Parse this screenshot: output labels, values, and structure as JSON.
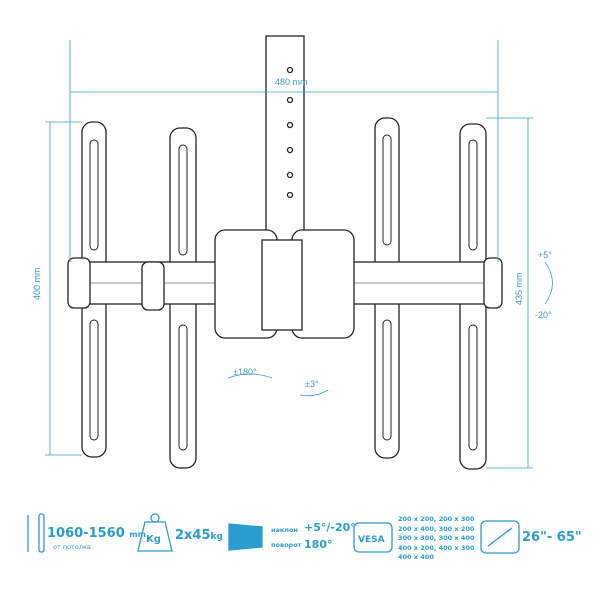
{
  "dimensions": {
    "width": "480 mm",
    "height_left": "400 mm",
    "height_right": "435 mm",
    "tilt_up": "+5°",
    "tilt_down": "-20°",
    "swivel": "±180°",
    "level": "±3°"
  },
  "specs": {
    "drop": {
      "value": "1060-1560",
      "unit": "mm",
      "note": "от потолка"
    },
    "load": {
      "icon_label": "Kg",
      "value": "2x45",
      "unit": "kg"
    },
    "motion": {
      "tilt_label": "наклон",
      "tilt_value": "+5°/-20°",
      "swivel_label": "поворот",
      "swivel_value": "180°"
    },
    "vesa": {
      "icon_label": "VESA",
      "sizes": [
        "200 x 200, 200 x 300",
        "200 x 400, 300 x 200",
        "300 x 300, 300 x 400",
        "400 x 200, 400 x 300",
        "400 x 400"
      ]
    },
    "screen": {
      "value": "26\"- 65\""
    }
  },
  "colors": {
    "accent": "#2a9ccf",
    "line": "#222222"
  }
}
